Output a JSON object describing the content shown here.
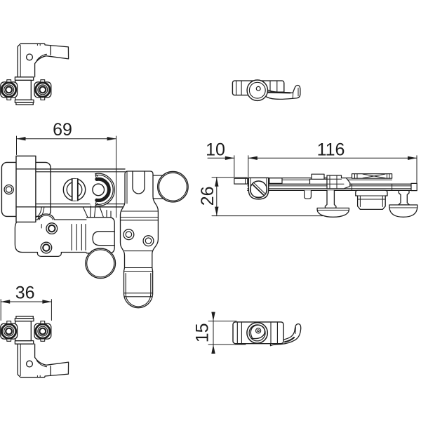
{
  "drawing": {
    "type": "technical-line-drawing",
    "background": "#ffffff",
    "line_color": "#1d1d1d",
    "dimensions": {
      "front_width": "69",
      "side_offset": "10",
      "side_length": "116",
      "side_height": "26",
      "bracket_width": "36",
      "keeper_height": "15"
    }
  }
}
